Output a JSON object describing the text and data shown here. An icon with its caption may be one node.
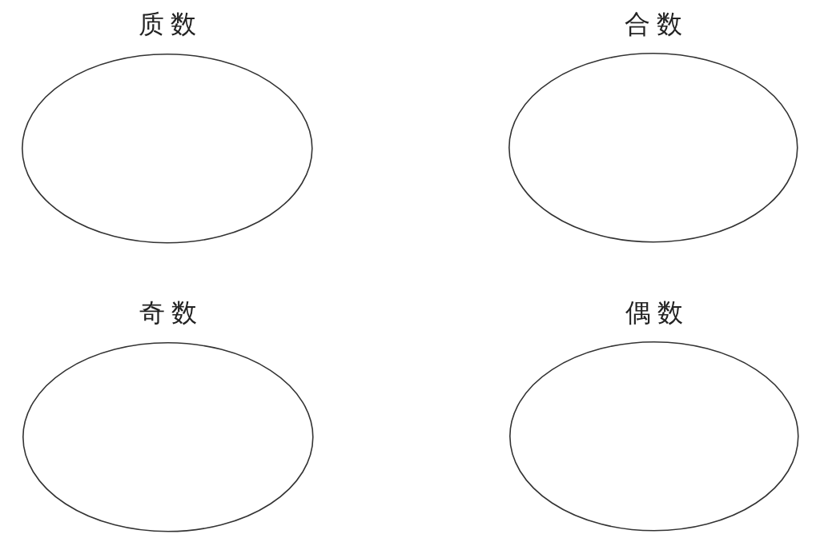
{
  "diagram": {
    "nodes": [
      {
        "text": [
          "质数"
        ]
      },
      {
        "text": [
          "合数"
        ]
      },
      {
        "text": [
          "奇数"
        ]
      },
      {
        "text": [
          "偶数"
        ]
      }
    ]
  }
}
